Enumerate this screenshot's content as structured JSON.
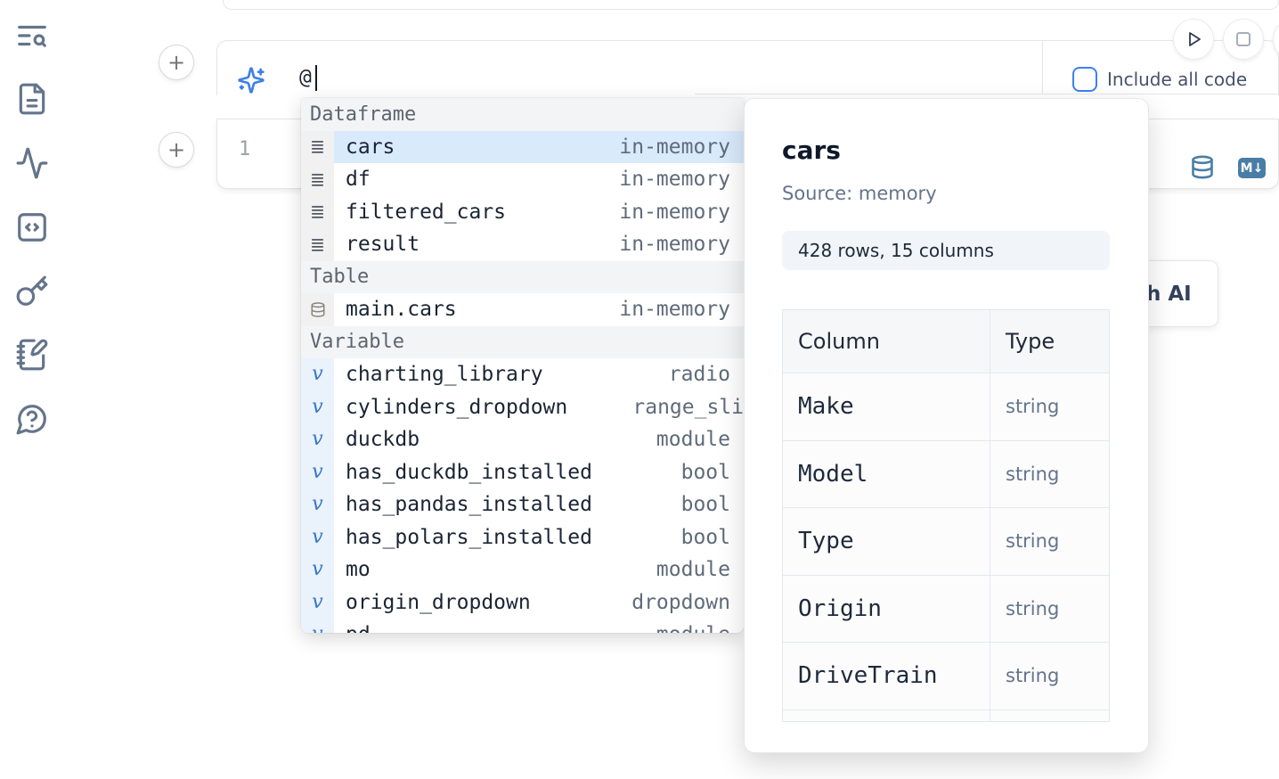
{
  "glyphs": {
    "plus": "+",
    "variable_glyph": "v",
    "markdown_badge": "M↓"
  },
  "prompt": {
    "value": "@",
    "include_all_code_label": "Include all code",
    "checkbox_checked": false
  },
  "editor": {
    "line_number": "1"
  },
  "ai_button": {
    "label_fragment": "h AI"
  },
  "autocomplete": {
    "sections": [
      {
        "label": "Dataframe",
        "items": [
          {
            "name": "cars",
            "type": "in-memory",
            "selected": true
          },
          {
            "name": "df",
            "type": "in-memory"
          },
          {
            "name": "filtered_cars",
            "type": "in-memory"
          },
          {
            "name": "result",
            "type": "in-memory"
          }
        ]
      },
      {
        "label": "Table",
        "items": [
          {
            "name": "main.cars",
            "type": "in-memory"
          }
        ]
      },
      {
        "label": "Variable",
        "items": [
          {
            "name": "charting_library",
            "type": "radio"
          },
          {
            "name": "cylinders_dropdown",
            "type": "range_sli"
          },
          {
            "name": "duckdb",
            "type": "module"
          },
          {
            "name": "has_duckdb_installed",
            "type": "bool"
          },
          {
            "name": "has_pandas_installed",
            "type": "bool"
          },
          {
            "name": "has_polars_installed",
            "type": "bool"
          },
          {
            "name": "mo",
            "type": "module"
          },
          {
            "name": "origin_dropdown",
            "type": "dropdown"
          },
          {
            "name": "pd",
            "type": "module"
          }
        ]
      }
    ]
  },
  "preview": {
    "title": "cars",
    "source": "Source: memory",
    "shape": "428 rows, 15 columns",
    "table": {
      "col_header": "Column",
      "type_header": "Type",
      "rows": [
        {
          "column": "Make",
          "type": "string"
        },
        {
          "column": "Model",
          "type": "string"
        },
        {
          "column": "Type",
          "type": "string"
        },
        {
          "column": "Origin",
          "type": "string"
        },
        {
          "column": "DriveTrain",
          "type": "string"
        }
      ]
    }
  },
  "colors": {
    "accent_blue": "#3b82f6",
    "selection_blue": "#d9eafb",
    "steel_blue_icon": "#4a7da5",
    "sidebar_icon": "#64748b"
  }
}
